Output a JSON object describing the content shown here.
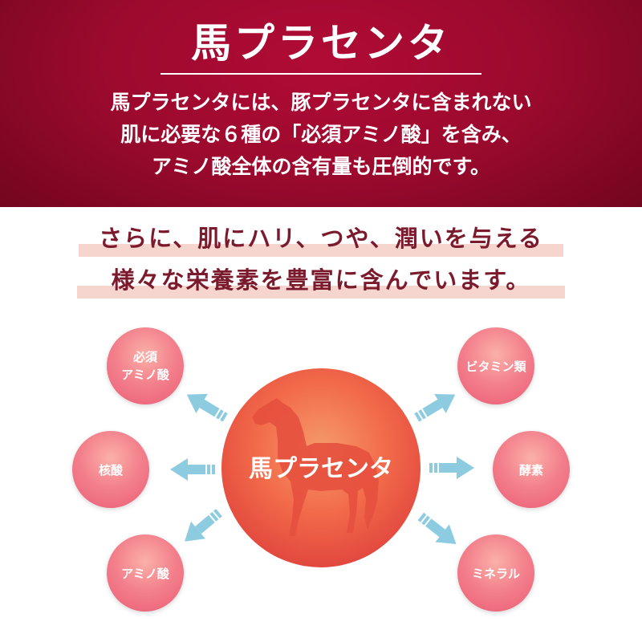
{
  "header": {
    "title": "馬プラセンタ",
    "lines": [
      "馬プラセンタには、豚プラセンタに含まれない",
      "肌に必要な６種の「必須アミノ酸」を含み、",
      "アミノ酸全体の含有量も圧倒的です。"
    ]
  },
  "headline": {
    "lines": [
      "さらに、肌にハリ、つや、潤いを与える",
      "様々な栄養素を豊富に含んでいます。"
    ]
  },
  "diagram": {
    "center": "馬プラセンタ",
    "nodes": [
      {
        "lines": [
          "必須",
          "アミノ酸"
        ]
      },
      {
        "lines": [
          "核酸"
        ]
      },
      {
        "lines": [
          "アミノ酸"
        ]
      },
      {
        "lines": [
          "ビタミン類"
        ]
      },
      {
        "lines": [
          "酵素"
        ]
      },
      {
        "lines": [
          "ミネラル"
        ]
      }
    ],
    "icons": [
      "horse-silhouette-icon",
      "arrow-icon"
    ]
  },
  "colors": {
    "banner": "#9c0a2e",
    "headline_text": "#7b1a2c",
    "highlight": "#f7d5cf",
    "center_circle": "#f0604a",
    "node_circle": "#f07a8c",
    "arrow": "#8ccbe0"
  }
}
